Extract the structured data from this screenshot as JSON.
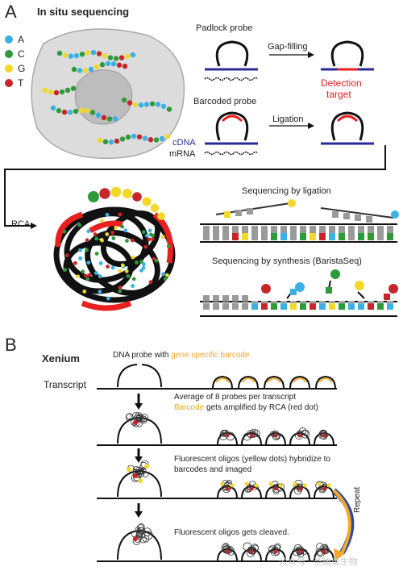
{
  "panel_a": {
    "letter": "A",
    "title": "In situ sequencing",
    "legend": [
      {
        "label": "A",
        "color": "#3ab0e4"
      },
      {
        "label": "C",
        "color": "#2e9a3a"
      },
      {
        "label": "G",
        "color": "#f2d82a"
      },
      {
        "label": "T",
        "color": "#c6262a"
      }
    ],
    "padlock_probe": "Padlock probe",
    "gap_filling": "Gap-filling",
    "detection_target_1": "Detection",
    "detection_target_2": "target",
    "barcoded_probe": "Barcoded probe",
    "ligation": "Ligation",
    "cdna": "cDNA",
    "mrna": "mRNA",
    "rca": "RCA",
    "seq_ligation": "Sequencing by ligation",
    "seq_synthesis": "Sequencing by synthesis (BaristaSeq)"
  },
  "panel_b": {
    "letter": "B",
    "xenium": "Xenium",
    "probe_text_1": "DNA probe with ",
    "probe_text_2": "gene specific barcode",
    "transcript": "Transcript",
    "step2_line1": "Average of 8 probes per transcript",
    "step2_line2a": "Barcode",
    "step2_line2b": " gets amplified by RCA (red dot)",
    "step3_line1": "Fluorescent oligos (yellow dots) hybridize to",
    "step3_line2": "barcodes and imaged",
    "step4": "Fluorescent oligos gets cleaved.",
    "repeat": "Repeat"
  },
  "colors": {
    "a": "#3ab0e4",
    "c": "#2e9a3a",
    "g": "#f2d82a",
    "t": "#c6262a",
    "probe_red": "#e8201f",
    "cdna_blue": "#2a2a9a",
    "orange": "#f2a82a"
  },
  "watermark": "公众号 · 圣迪奥生物"
}
